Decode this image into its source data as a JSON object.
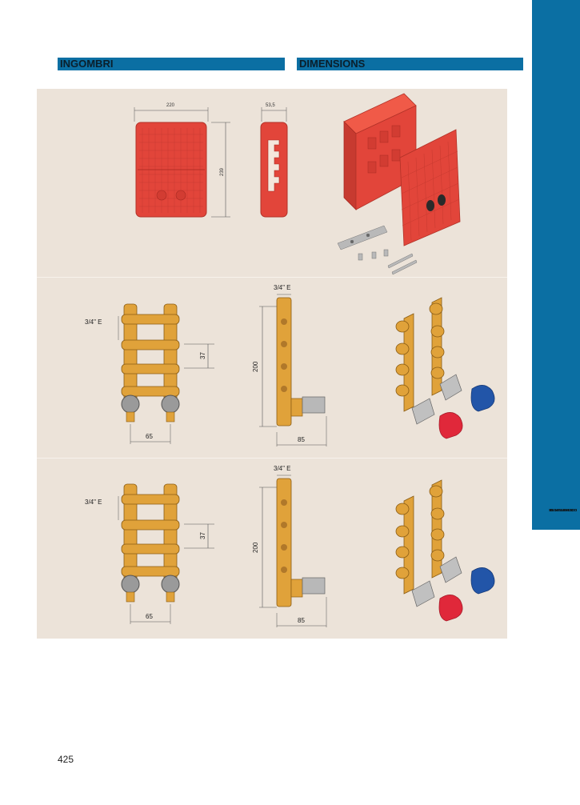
{
  "side_tab": {
    "label_line1": "COLLETTORI DI",
    "label_line2": "DISTRIBUZIONE"
  },
  "headers": {
    "left": "INGOMBRI",
    "right": "DIMENSIONS"
  },
  "box_dims": {
    "width": "220",
    "height": "239",
    "depth": "53,5"
  },
  "manifold_1": {
    "thread": "3/4\" E",
    "spacing": "37",
    "width": "65",
    "height": "200",
    "thread_side": "3/4\" E",
    "depth": "85"
  },
  "manifold_2": {
    "thread": "3/4\" E",
    "spacing": "37",
    "width": "65",
    "height": "200",
    "thread_side": "3/4\" E",
    "depth": "85"
  },
  "page_number": "425",
  "colors": {
    "accent": "#0b6fa3",
    "box": "#e2453a",
    "brass": "#e0a23a",
    "panel": "#ece3d9"
  }
}
